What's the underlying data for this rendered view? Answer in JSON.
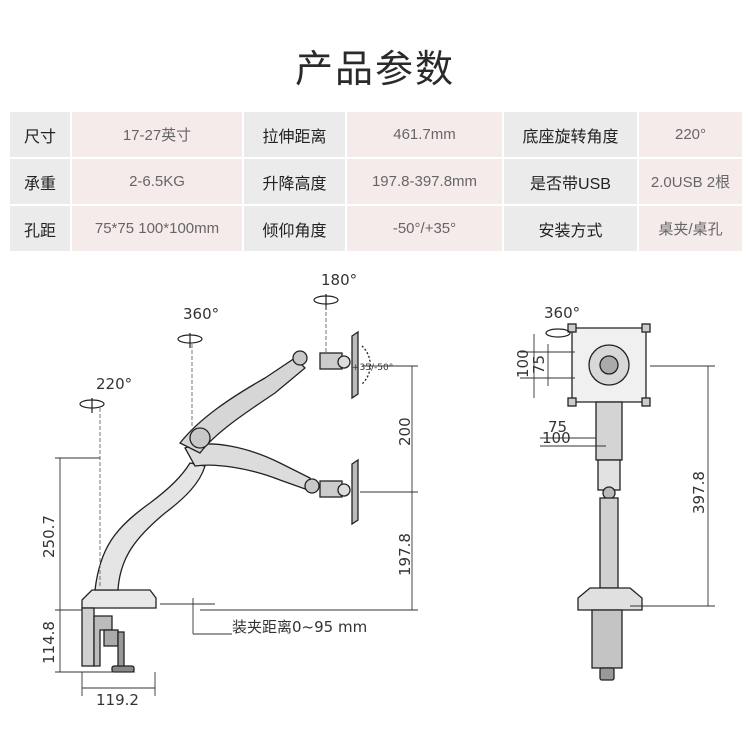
{
  "title": "产品参数",
  "specs": [
    [
      {
        "label": "尺寸",
        "value": "17-27英寸"
      },
      {
        "label": "拉伸距离",
        "value": "461.7mm"
      },
      {
        "label": "底座旋转角度",
        "value": "220°"
      }
    ],
    [
      {
        "label": "承重",
        "value": "2-6.5KG"
      },
      {
        "label": "升降高度",
        "value": "197.8-397.8mm"
      },
      {
        "label": "是否带USB",
        "value": "2.0USB 2根"
      }
    ],
    [
      {
        "label": "孔距",
        "value": "75*75 100*100mm"
      },
      {
        "label": "倾仰角度",
        "value": "-50°/+35°"
      },
      {
        "label": "安装方式",
        "value": "桌夹/桌孔"
      }
    ]
  ],
  "diagram": {
    "side": {
      "rot_base": "220°",
      "rot_mid": "360°",
      "rot_top": "180°",
      "tilt": "+35/-50°",
      "dim_250": "250.7",
      "dim_114": "114.8",
      "dim_119": "119.2",
      "dim_200": "200",
      "dim_197": "197.8",
      "clamp_range": "装夹距离0~95 mm"
    },
    "front": {
      "rot": "360°",
      "dim_100v": "100",
      "dim_75v": "75",
      "dim_75h": "75",
      "dim_100h": "100",
      "dim_397": "397.8"
    }
  }
}
